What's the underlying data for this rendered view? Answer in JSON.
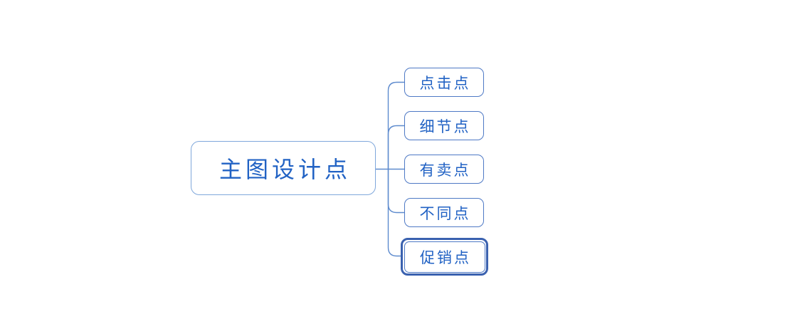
{
  "diagram": {
    "type": "mindmap",
    "root": {
      "label": "主图设计点"
    },
    "children": [
      {
        "label": "点击点",
        "selected": false
      },
      {
        "label": "细节点",
        "selected": false
      },
      {
        "label": "有卖点",
        "selected": false
      },
      {
        "label": "不同点",
        "selected": false
      },
      {
        "label": "促销点",
        "selected": true
      }
    ]
  },
  "colors": {
    "root_border": "#7FA7DB",
    "child_border": "#4E79C5",
    "selection_border": "#3A61AF",
    "text": "#2162C4",
    "connector": "#5E8BCE",
    "background": "#FFFFFF"
  }
}
